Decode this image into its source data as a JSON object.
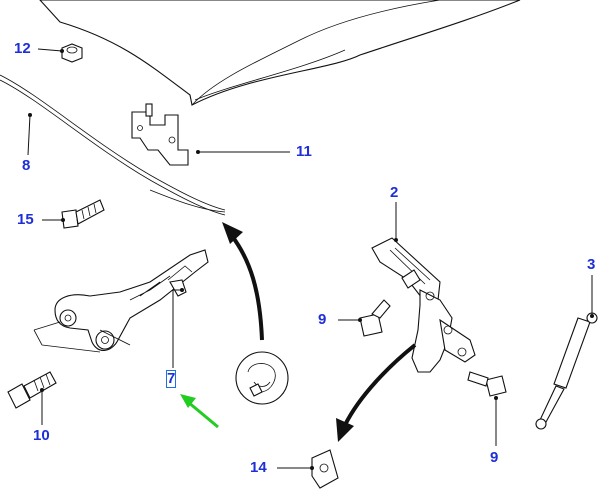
{
  "diagram": {
    "callouts": [
      {
        "id": "c12",
        "label": "12"
      },
      {
        "id": "c8",
        "label": "8"
      },
      {
        "id": "c11",
        "label": "11"
      },
      {
        "id": "c15",
        "label": "15"
      },
      {
        "id": "c2",
        "label": "2"
      },
      {
        "id": "c3",
        "label": "3"
      },
      {
        "id": "c9a",
        "label": "9"
      },
      {
        "id": "c7",
        "label": "7"
      },
      {
        "id": "c10",
        "label": "10"
      },
      {
        "id": "c9b",
        "label": "9"
      },
      {
        "id": "c14",
        "label": "14"
      }
    ],
    "selected_callout": "7",
    "colors": {
      "callout_text": "#1f2fd8",
      "line_art": "#111111",
      "pointer_arrow": "#22cc22",
      "selection_box": "#1f6fe0"
    }
  }
}
